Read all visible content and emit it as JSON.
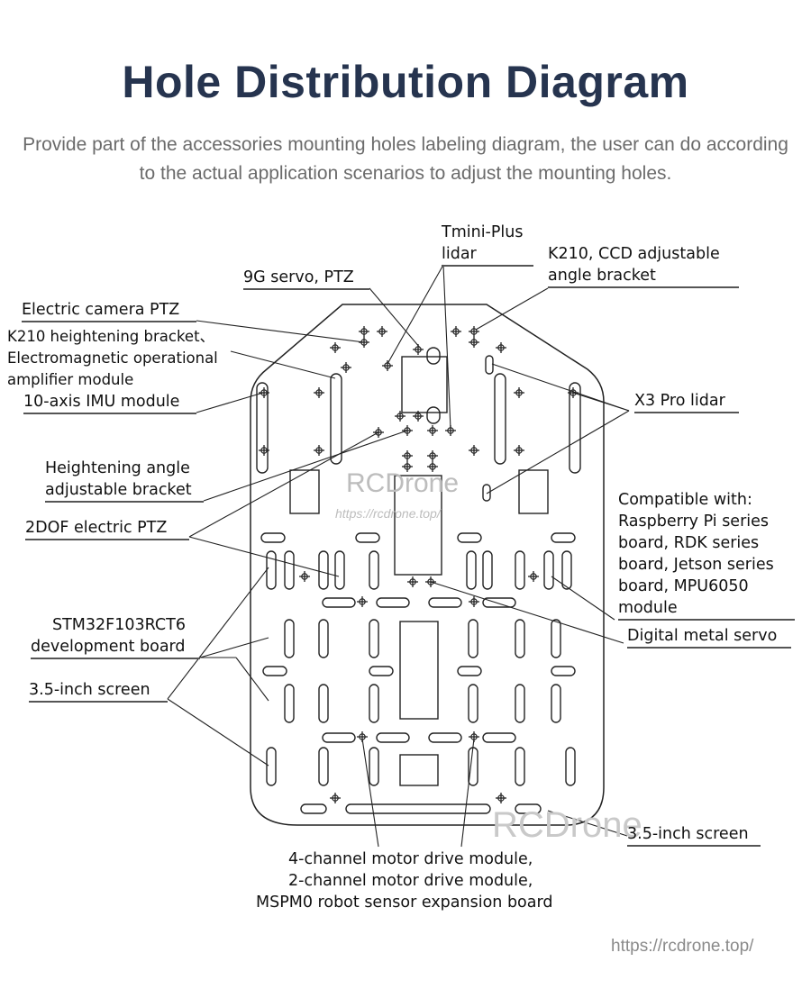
{
  "title": "Hole Distribution Diagram",
  "subtitle": "Provide part of the accessories mounting holes labeling diagram, the user can do according to the actual application scenarios to adjust the mounting holes.",
  "labels": {
    "tmini_line1": "Tmini-Plus",
    "tmini_line2": "lidar",
    "k210_ccd_line1": "K210, CCD adjustable",
    "k210_ccd_line2": "angle bracket",
    "servo_9g": "9G servo, PTZ",
    "electric_camera": "Electric camera PTZ",
    "k210_height": "K210 heightening bracket、",
    "electromagnetic_line1": "Electromagnetic operational",
    "electromagnetic_line2": "amplifier module",
    "imu": "10-axis IMU module",
    "x3_lidar": "X3 Pro lidar",
    "heightening_line1": "Heightening angle",
    "heightening_line2": "adjustable bracket",
    "dof_ptz": "2DOF electric PTZ",
    "compat_1": "Compatible with:",
    "compat_2": "Raspberry Pi series",
    "compat_3": "board, RDK series",
    "compat_4": "board, Jetson series",
    "compat_5": "board, MPU6050",
    "compat_6": "module",
    "stm_line1": "STM32F103RCT6",
    "stm_line2": "development board",
    "digital_servo": "Digital metal servo",
    "screen_left": "3.5-inch screen",
    "screen_right": "3.5-inch screen",
    "motor_1": "4-channel motor drive module,",
    "motor_2": "2-channel motor drive module,",
    "motor_3": "MSPM0 robot sensor expansion board"
  },
  "watermark": {
    "brand": "RCDrone",
    "url_small": "https://rcdrone.top/",
    "brand_large": "RCDrone"
  },
  "footer_url": "https://rcdrone.top/"
}
